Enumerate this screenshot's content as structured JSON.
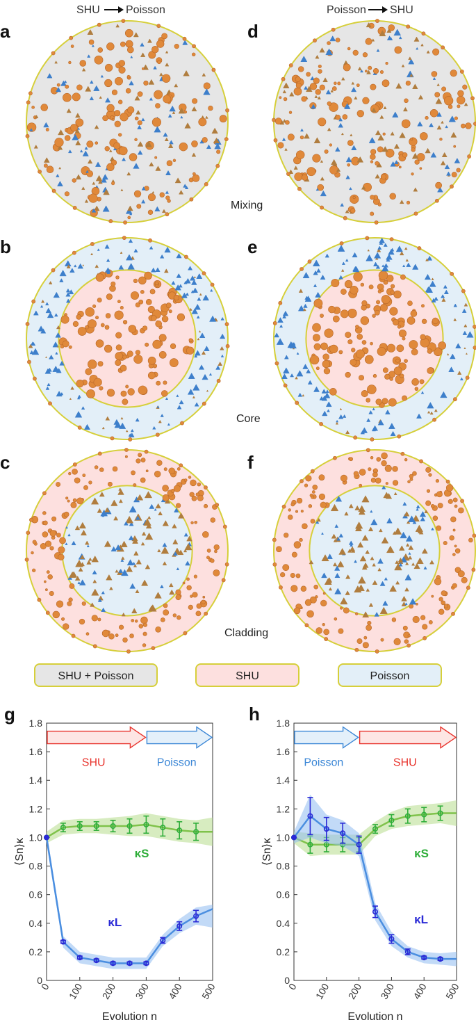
{
  "column_titles": {
    "left": "SHU",
    "left_to": "Poisson",
    "right": "Poisson",
    "right_to": "SHU"
  },
  "panel_letters": {
    "a": "a",
    "b": "b",
    "c": "c",
    "d": "d",
    "e": "e",
    "f": "f",
    "g": "g",
    "h": "h"
  },
  "row_labels": {
    "mixing": "Mixing",
    "core": "Core",
    "cladding": "Cladding"
  },
  "legend": {
    "mix": "SHU + Poisson",
    "shu": "SHU",
    "poisson": "Poisson"
  },
  "colors": {
    "mix_fill": "#e6e6e6",
    "shu_fill": "#fde0df",
    "poisson_fill": "#e3eff8",
    "ring": "#d6cf3a",
    "orange": "#e0893a",
    "orange_edge": "#b8682a",
    "tri_blue": "#3d7fcb",
    "tri_brown": "#b07d3e",
    "shu_red": "#e8322b",
    "poisson_blue": "#3a86d6",
    "kl_blue": "#2a2ad6",
    "ks_green": "#2fae3a"
  },
  "chart_data": [
    {
      "type": "line",
      "panel": "g",
      "xlabel": "Evolution n",
      "ylabel": "⟨Sn⟩κ",
      "xlim": [
        0,
        500
      ],
      "ylim": [
        0,
        1.8
      ],
      "xticks": [
        "0",
        "100",
        "200",
        "300",
        "400",
        "500"
      ],
      "yticks": [
        "0",
        "0.2",
        "0.4",
        "0.6",
        "0.8",
        "1.0",
        "1.2",
        "1.4",
        "1.6",
        "1.8"
      ],
      "phase_arrows": [
        {
          "label": "SHU",
          "from": 0,
          "to": 300,
          "color": "red"
        },
        {
          "label": "Poisson",
          "from": 300,
          "to": 500,
          "color": "blue"
        }
      ],
      "series": [
        {
          "name": "κS",
          "x": [
            0,
            50,
            100,
            150,
            200,
            250,
            300,
            350,
            400,
            450
          ],
          "y": [
            1.0,
            1.07,
            1.08,
            1.08,
            1.08,
            1.08,
            1.09,
            1.07,
            1.05,
            1.04
          ],
          "err": [
            0,
            0.03,
            0.03,
            0.03,
            0.04,
            0.05,
            0.06,
            0.06,
            0.06,
            0.06
          ]
        },
        {
          "name": "κL",
          "x": [
            0,
            50,
            100,
            150,
            200,
            250,
            300,
            350,
            400,
            450
          ],
          "y": [
            1.0,
            0.27,
            0.16,
            0.14,
            0.12,
            0.12,
            0.12,
            0.28,
            0.38,
            0.45
          ],
          "err": [
            0,
            0.01,
            0.01,
            0.01,
            0.01,
            0.01,
            0.01,
            0.02,
            0.03,
            0.04
          ]
        }
      ]
    },
    {
      "type": "line",
      "panel": "h",
      "xlabel": "Evolution n",
      "ylabel": "⟨Sn⟩κ",
      "xlim": [
        0,
        500
      ],
      "ylim": [
        0,
        1.8
      ],
      "xticks": [
        "0",
        "100",
        "200",
        "300",
        "400",
        "500"
      ],
      "yticks": [
        "0",
        "0.2",
        "0.4",
        "0.6",
        "0.8",
        "1.0",
        "1.2",
        "1.4",
        "1.6",
        "1.8"
      ],
      "phase_arrows": [
        {
          "label": "Poisson",
          "from": 0,
          "to": 200,
          "color": "blue"
        },
        {
          "label": "SHU",
          "from": 200,
          "to": 500,
          "color": "red"
        }
      ],
      "series": [
        {
          "name": "κS",
          "x": [
            0,
            50,
            100,
            150,
            200,
            250,
            300,
            350,
            400,
            450
          ],
          "y": [
            1.0,
            0.95,
            0.95,
            0.95,
            0.95,
            1.06,
            1.12,
            1.15,
            1.16,
            1.17
          ],
          "err": [
            0,
            0.06,
            0.05,
            0.05,
            0.05,
            0.03,
            0.04,
            0.05,
            0.05,
            0.05
          ]
        },
        {
          "name": "κL",
          "x": [
            0,
            50,
            100,
            150,
            200,
            250,
            300,
            350,
            400,
            450
          ],
          "y": [
            1.0,
            1.15,
            1.06,
            1.03,
            0.95,
            0.48,
            0.29,
            0.2,
            0.16,
            0.15
          ],
          "err": [
            0,
            0.13,
            0.08,
            0.07,
            0.06,
            0.04,
            0.03,
            0.02,
            0.01,
            0.01
          ]
        }
      ]
    }
  ]
}
